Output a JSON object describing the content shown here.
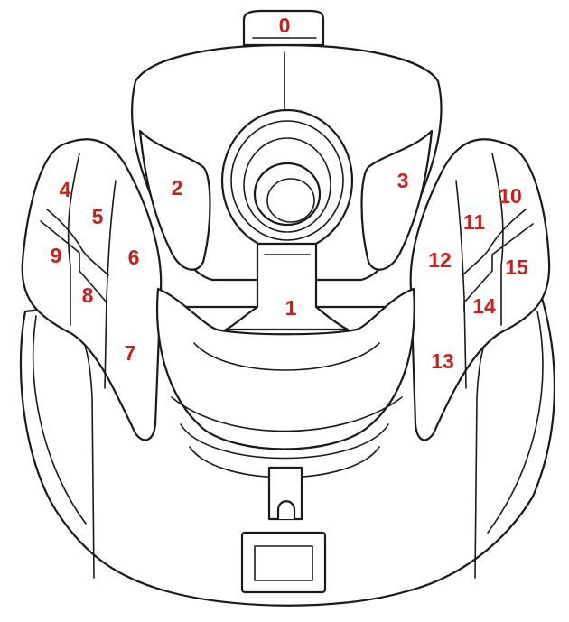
{
  "diagram": {
    "label_color": "#d11c1c",
    "buttons": [
      {
        "id": "0",
        "label": "0"
      },
      {
        "id": "1",
        "label": "1"
      },
      {
        "id": "2",
        "label": "2"
      },
      {
        "id": "3",
        "label": "3"
      },
      {
        "id": "4",
        "label": "4"
      },
      {
        "id": "5",
        "label": "5"
      },
      {
        "id": "6",
        "label": "6"
      },
      {
        "id": "7",
        "label": "7"
      },
      {
        "id": "8",
        "label": "8"
      },
      {
        "id": "9",
        "label": "9"
      },
      {
        "id": "10",
        "label": "10"
      },
      {
        "id": "11",
        "label": "11"
      },
      {
        "id": "12",
        "label": "12"
      },
      {
        "id": "13",
        "label": "13"
      },
      {
        "id": "14",
        "label": "14"
      },
      {
        "id": "15",
        "label": "15"
      }
    ]
  }
}
